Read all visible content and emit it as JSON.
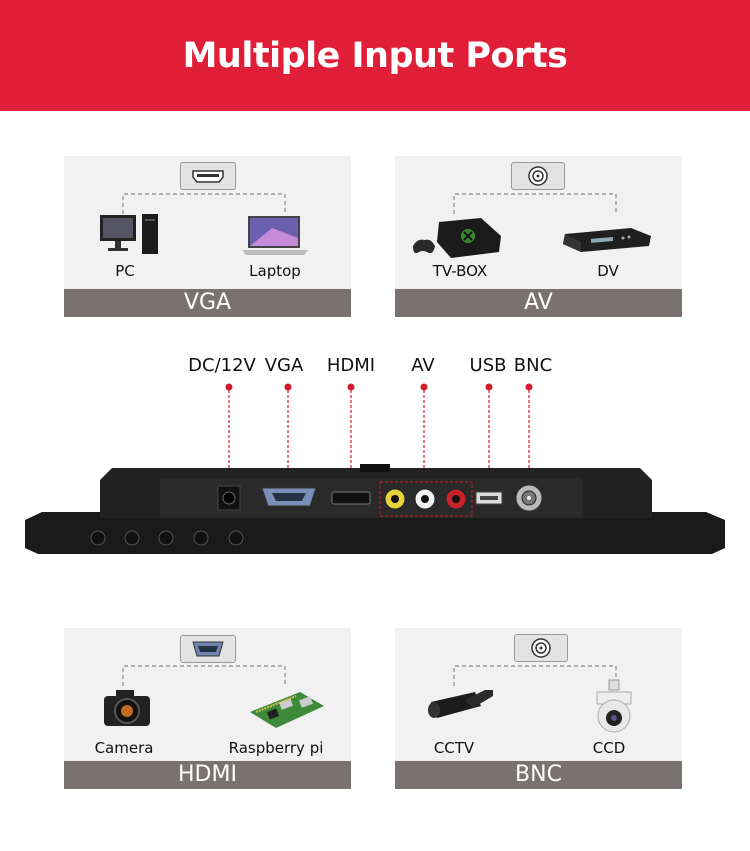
{
  "header": {
    "title": "Multiple Input Ports"
  },
  "colors": {
    "accent": "#e01e38",
    "card_bg": "#f1f1f1",
    "card_bar": "#7a7171"
  },
  "cards": [
    {
      "port": "VGA",
      "connector_icon": "hdmi-connector-icon",
      "devices": [
        {
          "label": "PC",
          "icon": "desktop-pc-icon"
        },
        {
          "label": "Laptop",
          "icon": "laptop-icon"
        }
      ]
    },
    {
      "port": "AV",
      "connector_icon": "bnc-connector-icon",
      "devices": [
        {
          "label": "TV-BOX",
          "icon": "game-console-icon"
        },
        {
          "label": "DV",
          "icon": "dvr-box-icon"
        }
      ]
    },
    {
      "port": "HDMI",
      "connector_icon": "vga-connector-icon",
      "devices": [
        {
          "label": "Camera",
          "icon": "camera-icon"
        },
        {
          "label": "Raspberry pi",
          "icon": "raspberry-pi-icon"
        }
      ]
    },
    {
      "port": "BNC",
      "connector_icon": "bnc-connector-icon",
      "devices": [
        {
          "label": "CCTV",
          "icon": "cctv-camera-icon"
        },
        {
          "label": "CCD",
          "icon": "dome-camera-icon"
        }
      ]
    }
  ],
  "ports": [
    "DC/12V",
    "VGA",
    "HDMI",
    "AV",
    "USB",
    "BNC"
  ]
}
